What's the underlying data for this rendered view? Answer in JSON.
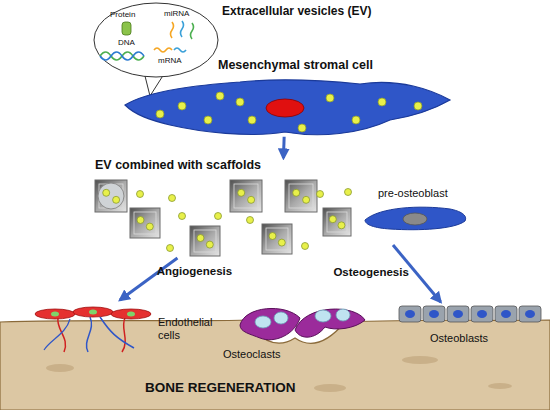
{
  "diagram": {
    "nodes": [
      {
        "text": [
          "Protein",
          "miRNA",
          "DNA",
          "mRNA"
        ]
      },
      {
        "text": [
          "Mesenchymal stromal cell"
        ]
      },
      {
        "text": [
          "EV combined with scaffolds"
        ]
      },
      {
        "text": [
          "pre-osteoblast"
        ]
      },
      {
        "text": [
          "BONE REGENERATION"
        ]
      },
      {
        "text": [
          "Endothelial cells"
        ],
        "in": 4
      },
      {
        "text": [
          "Osteoclasts"
        ],
        "in": 4
      },
      {
        "text": [
          "Osteoblasts"
        ],
        "in": 4
      }
    ],
    "edges": [
      {
        "from": 1,
        "to": 2,
        "arrow": "to"
      },
      {
        "from": 2,
        "to": 5,
        "label": "Angiogenesis",
        "arrow": "to"
      },
      {
        "from": 3,
        "to": 7,
        "label": "Osteogenesis",
        "arrow": "to"
      }
    ],
    "labels": [
      "Extracellular vesicles (EV)"
    ]
  }
}
